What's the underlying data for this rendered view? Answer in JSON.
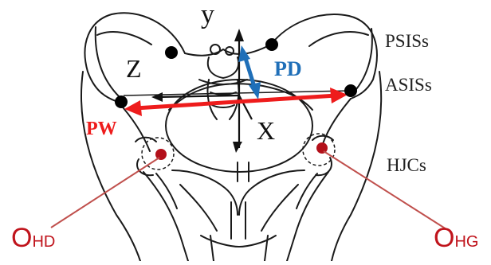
{
  "labels": {
    "y_axis": "y",
    "z_axis": "Z",
    "x_axis": "X",
    "psis": "PSISs",
    "asis": "ASISs",
    "hjc": "HJCs",
    "pd": "PD",
    "pw": "PW",
    "ohd_main": "O",
    "ohd_sub": "HD",
    "ohg_main": "O",
    "ohg_sub": "HG"
  },
  "colors": {
    "pw_line": "#ee1c1c",
    "pd_line": "#1f6fb8",
    "hip_center": "#b3101a",
    "leader_line": "#c0504d",
    "sketch": "#1a1a1a",
    "landmark": "#000000"
  }
}
